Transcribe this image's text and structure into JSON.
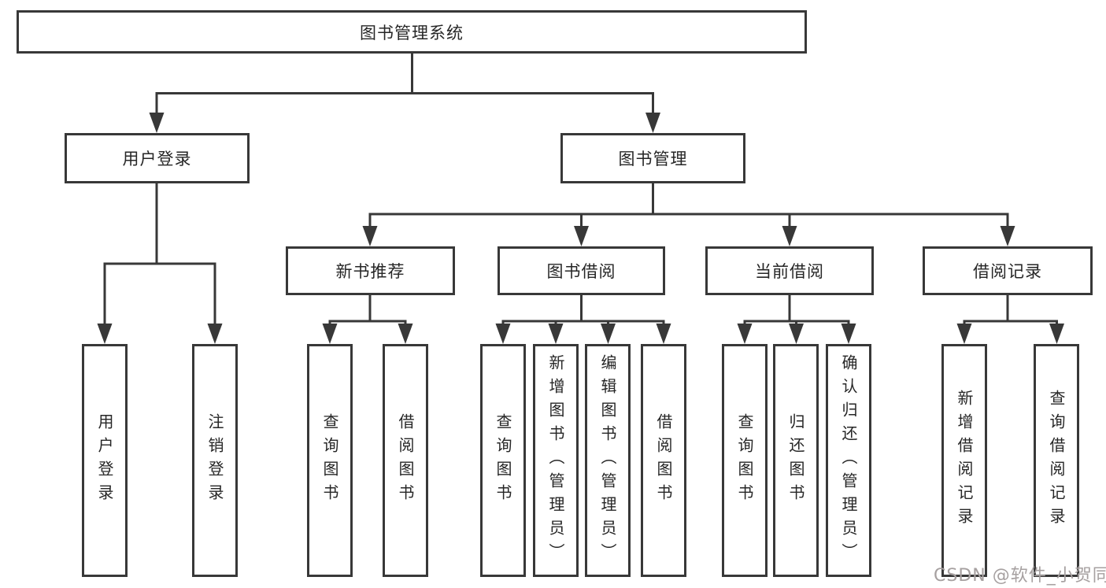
{
  "root": {
    "label": "图书管理系统"
  },
  "branches": [
    {
      "label": "用户登录",
      "children": [
        {
          "label": "用户登录"
        },
        {
          "label": "注销登录"
        }
      ]
    },
    {
      "label": "图书管理",
      "sections": [
        {
          "label": "新书推荐",
          "children": [
            {
              "label": "查询图书"
            },
            {
              "label": "借阅图书"
            }
          ]
        },
        {
          "label": "图书借阅",
          "children": [
            {
              "label": "查询图书"
            },
            {
              "label": "新增图书（管理员）"
            },
            {
              "label": "编辑图书（管理员）"
            },
            {
              "label": "借阅图书"
            }
          ]
        },
        {
          "label": "当前借阅",
          "children": [
            {
              "label": "查询图书"
            },
            {
              "label": "归还图书"
            },
            {
              "label": "确认归还（管理员）"
            }
          ]
        },
        {
          "label": "借阅记录",
          "children": [
            {
              "label": "新增借阅记录"
            },
            {
              "label": "查询借阅记录"
            }
          ]
        }
      ]
    }
  ],
  "watermark": {
    "text": "CSDN @软件_小贺同学"
  },
  "colors": {
    "line": "#383838",
    "text": "#262626",
    "background": "#ffffff",
    "watermark": "#a6a0a0"
  }
}
